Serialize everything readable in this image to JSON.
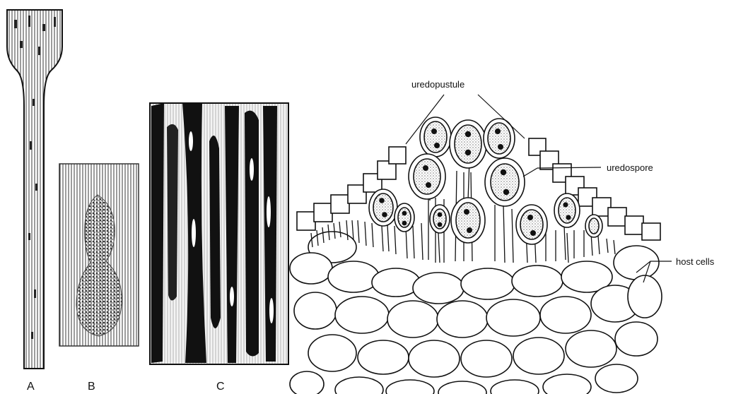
{
  "panels": {
    "a": "A",
    "b": "B",
    "c": "C"
  },
  "callouts": {
    "pustule": "uredopustule",
    "spore": "uredospore",
    "host": "host cells"
  },
  "colors": {
    "ink": "#111111",
    "paper": "#ffffff",
    "stipple": "#9a9a9a"
  }
}
